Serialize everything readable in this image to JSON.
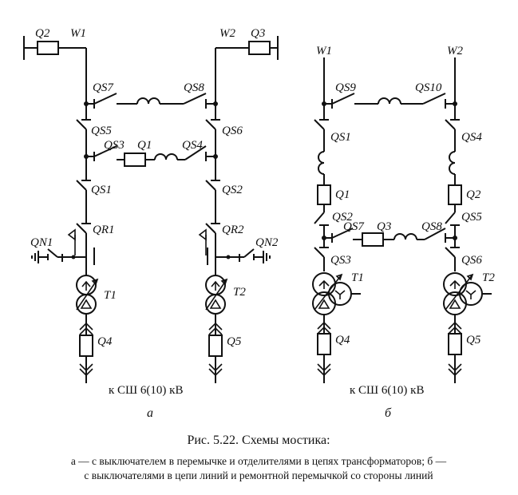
{
  "labels": {
    "a": {
      "Q2": "Q2",
      "W1": "W1",
      "W2": "W2",
      "Q3": "Q3",
      "QS7": "QS7",
      "QS8": "QS8",
      "QS5": "QS5",
      "QS6": "QS6",
      "QS3": "QS3",
      "Q1": "Q1",
      "QS4": "QS4",
      "QS1": "QS1",
      "QS2": "QS2",
      "QR1": "QR1",
      "QR2": "QR2",
      "QN1": "QN1",
      "QN2": "QN2",
      "T1": "T1",
      "T2": "T2",
      "Q4": "Q4",
      "Q5": "Q5"
    },
    "b": {
      "W1": "W1",
      "W2": "W2",
      "QS9": "QS9",
      "QS10": "QS10",
      "QS1": "QS1",
      "QS4": "QS4",
      "Q1": "Q1",
      "Q2": "Q2",
      "QS2": "QS2",
      "QS5": "QS5",
      "QS7": "QS7",
      "Q3": "Q3",
      "QS8": "QS8",
      "QS3": "QS3",
      "QS6": "QS6",
      "T1": "T1",
      "T2": "T2",
      "Q4": "Q4",
      "Q5": "Q5"
    }
  },
  "bus_label_a": "к СШ 6(10)  кВ",
  "bus_label_b": "к СШ 6(10)  кВ",
  "sublabel_a": "а",
  "sublabel_b": "б",
  "caption": {
    "title": "Рис. 5.22. Схемы мостика:",
    "line1": "а — с выключателем в перемычке и отделителями в цепях трансформаторов; б —",
    "line2": "с выключателями в цепи линий и ремонтной перемычкой со стороны линий"
  }
}
